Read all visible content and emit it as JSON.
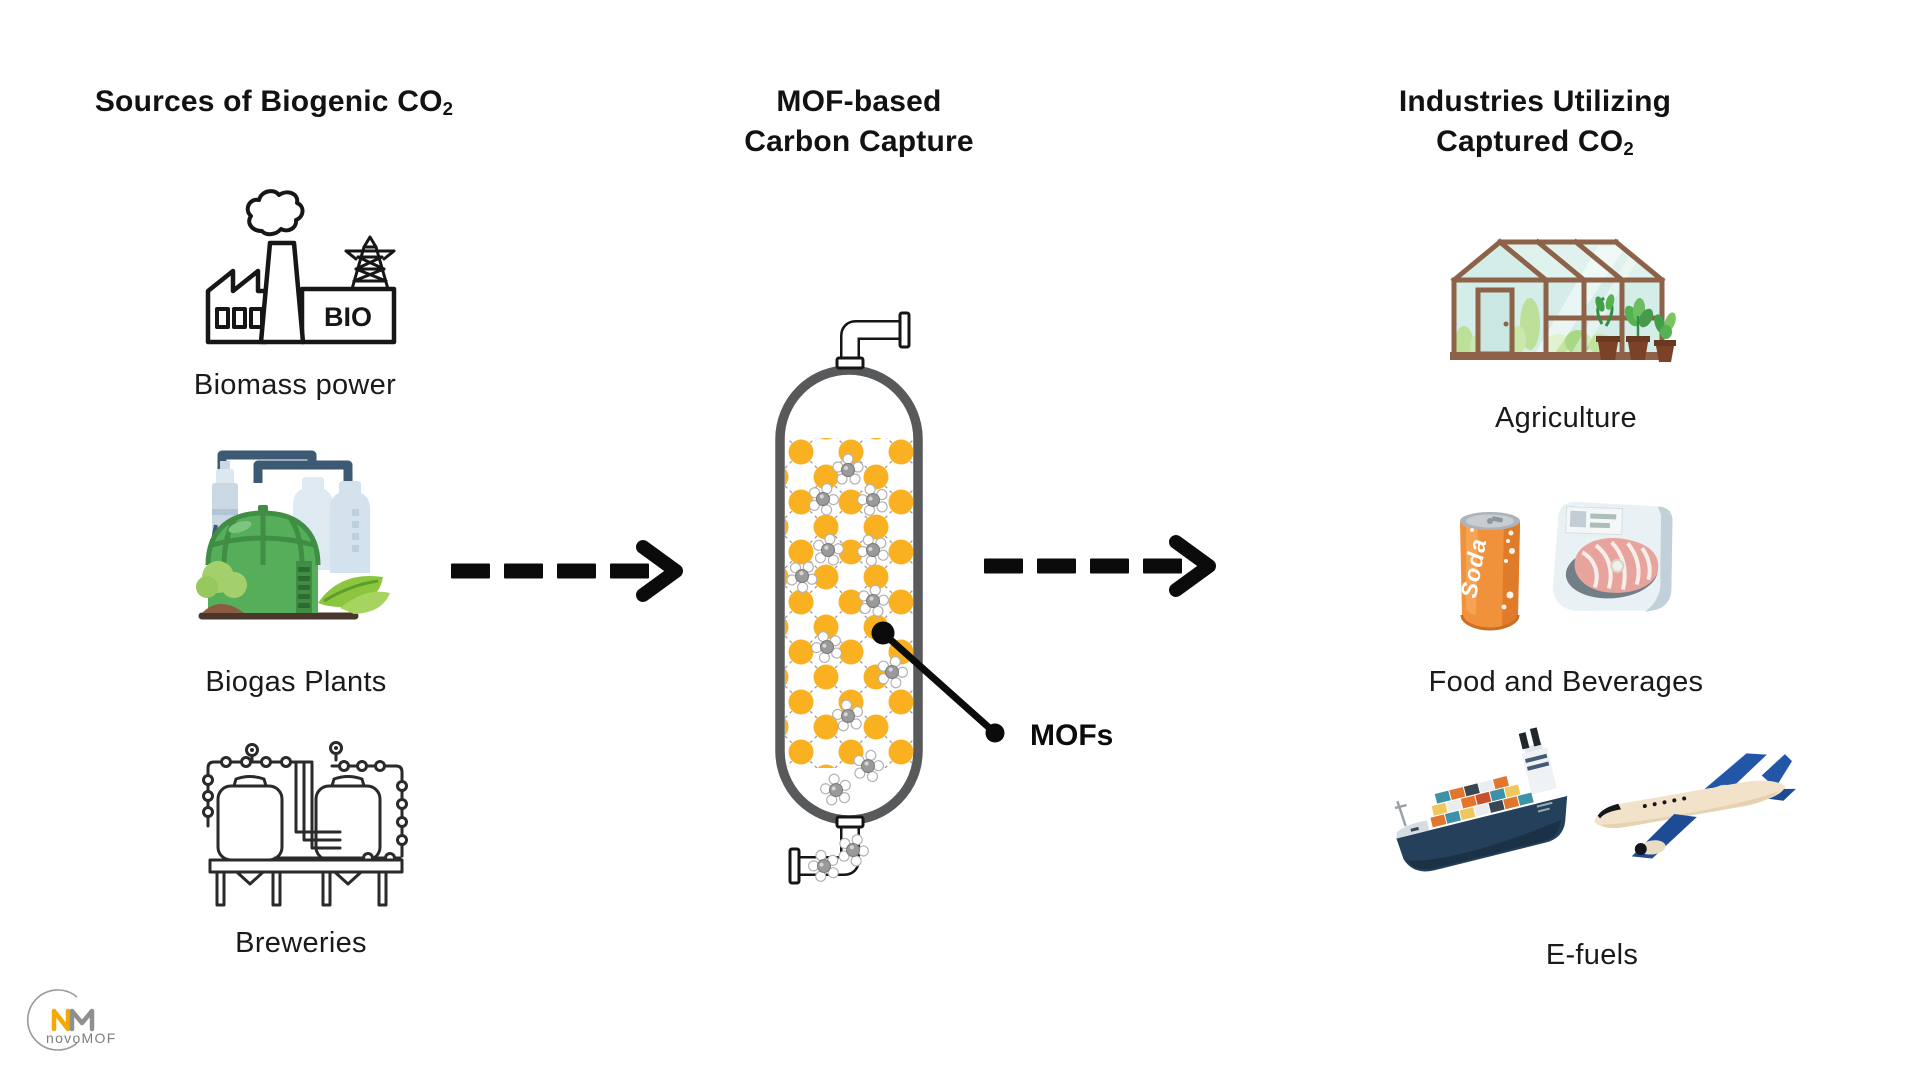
{
  "headers": {
    "left": {
      "text_main": "Sources of Biogenic CO",
      "text_sub": "2"
    },
    "middle": {
      "line1": "MOF-based",
      "line2": "Carbon Capture"
    },
    "right": {
      "line1": "Industries Utilizing",
      "line2_main": "Captured CO",
      "line2_sub": "2"
    }
  },
  "sources": [
    {
      "label": "Biomass power",
      "icon": "biomass-factory-icon",
      "icon_text": "BIO"
    },
    {
      "label": "Biogas Plants",
      "icon": "biogas-plant-icon"
    },
    {
      "label": "Breweries",
      "icon": "brewery-tanks-icon"
    }
  ],
  "capture": {
    "mof_label": "MOFs"
  },
  "industries": [
    {
      "label": "Agriculture",
      "icon": "greenhouse-icon"
    },
    {
      "label": "Food and Beverages",
      "icons": [
        "soda-can-icon",
        "packaged-meat-icon"
      ],
      "can_text": "Soda"
    },
    {
      "label": "E-fuels",
      "icons": [
        "cargo-ship-icon",
        "airplane-icon"
      ]
    }
  ],
  "logo": {
    "text": "novoMOF"
  },
  "colors": {
    "accent_yellow": "#F9B122",
    "vessel_gray": "#58595B",
    "arrow_black": "#0B0B0B",
    "pipe_navy": "#3D5A75",
    "bio_green": "#56AE5A",
    "bio_green_dark": "#3F8E44",
    "leaf_green": "#8CC63E",
    "tank_blue": "#DEE9F1",
    "gh_frame": "#8D6248",
    "gh_glass": "#D5EDE8",
    "plant_green": "#56B153",
    "pot_brown": "#7B4228",
    "can_orange": "#F0913B",
    "meat_pink": "#E7A49D",
    "package_blue": "#E9F1F5",
    "ship_navy": "#24405A",
    "container_orange": "#E2762D",
    "container_teal": "#3E92A8",
    "container_yellow": "#F0C75E",
    "container_white": "#E9EDEF",
    "container_dark": "#3A4652",
    "container_red": "#C8502E",
    "plane_cream": "#F2E2C9",
    "plane_blue": "#2456A8",
    "logo_orange": "#F5A800",
    "logo_gray": "#8A8A8A"
  }
}
